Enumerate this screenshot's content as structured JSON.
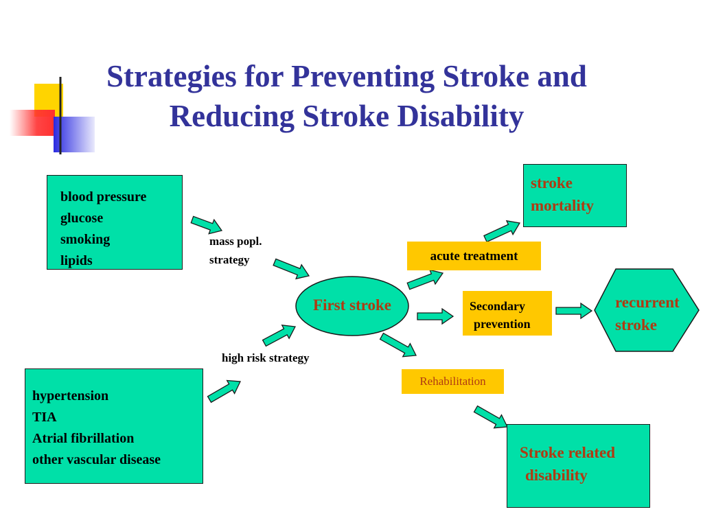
{
  "title": {
    "line1": "Strategies for Preventing Stroke and",
    "line2": "Reducing Stroke Disability"
  },
  "risk_factors_box": {
    "items": [
      "blood pressure",
      "glucose",
      "smoking",
      "lipids"
    ]
  },
  "high_risk_box": {
    "items": [
      "hypertension",
      "TIA",
      "Atrial fibrillation",
      "other vascular disease"
    ]
  },
  "mass_strategy_label": {
    "line1": "mass popl.",
    "line2": "strategy"
  },
  "high_risk_label": "high risk strategy",
  "first_stroke": "First stroke",
  "acute_treatment": "acute treatment",
  "secondary_prevention": {
    "line1": "Secondary",
    "line2": "prevention"
  },
  "rehabilitation": "Rehabilitation",
  "stroke_mortality": {
    "line1": "stroke",
    "line2": "mortality"
  },
  "recurrent_stroke": {
    "line1": "recurrent",
    "line2": "stroke"
  },
  "stroke_disability": {
    "line1": "Stroke related",
    "line2": "disability"
  },
  "colors": {
    "title": "#33339a",
    "green_box": "#00e0a8",
    "yellow_box": "#ffc800",
    "outcome_text": "#b03a12",
    "arrow_fill": "#00e0a8"
  }
}
